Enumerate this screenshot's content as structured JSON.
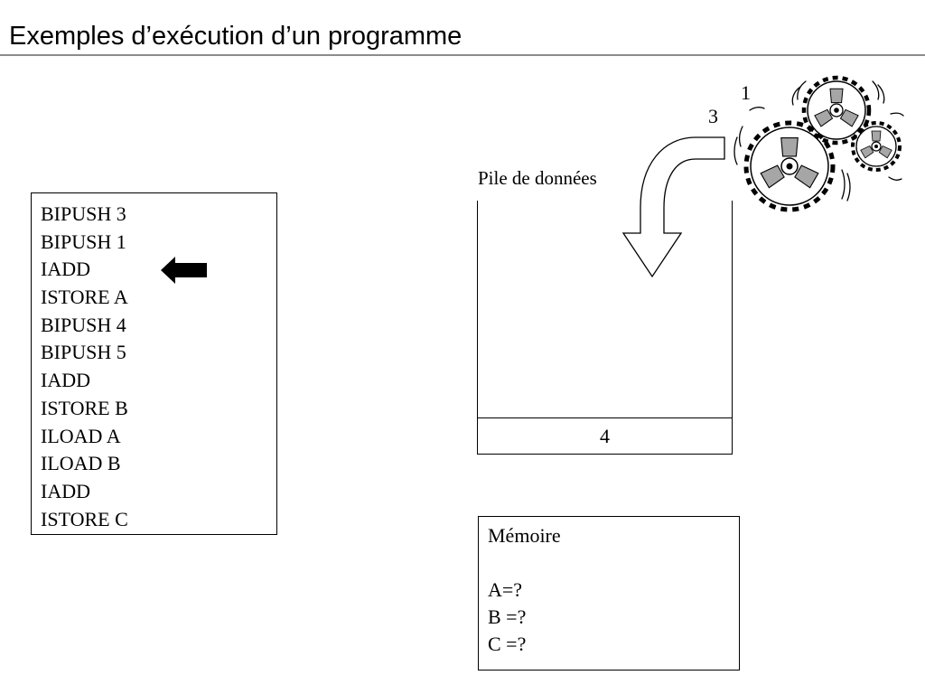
{
  "slide": {
    "title": "Exemples d’exécution d’un programme"
  },
  "program": {
    "instructions": [
      "BIPUSH 3",
      "BIPUSH 1",
      "IADD",
      "ISTORE A",
      "BIPUSH 4",
      "BIPUSH 5",
      "IADD",
      "ISTORE B",
      "ILOAD A",
      "ILOAD B",
      "IADD",
      "ISTORE C"
    ],
    "current_instruction_index": 2
  },
  "stack": {
    "label": "Pile de données",
    "cells": [
      "4"
    ]
  },
  "processor": {
    "inputs": [
      "1",
      "3"
    ],
    "icon": "gears-icon"
  },
  "memory": {
    "title": "Mémoire",
    "entries": [
      "A=?",
      "B =?",
      "C =?"
    ]
  },
  "colors": {
    "title_rule": "#8c8c8c",
    "gear_fill": "#a6a6a6",
    "ink": "#000000"
  }
}
